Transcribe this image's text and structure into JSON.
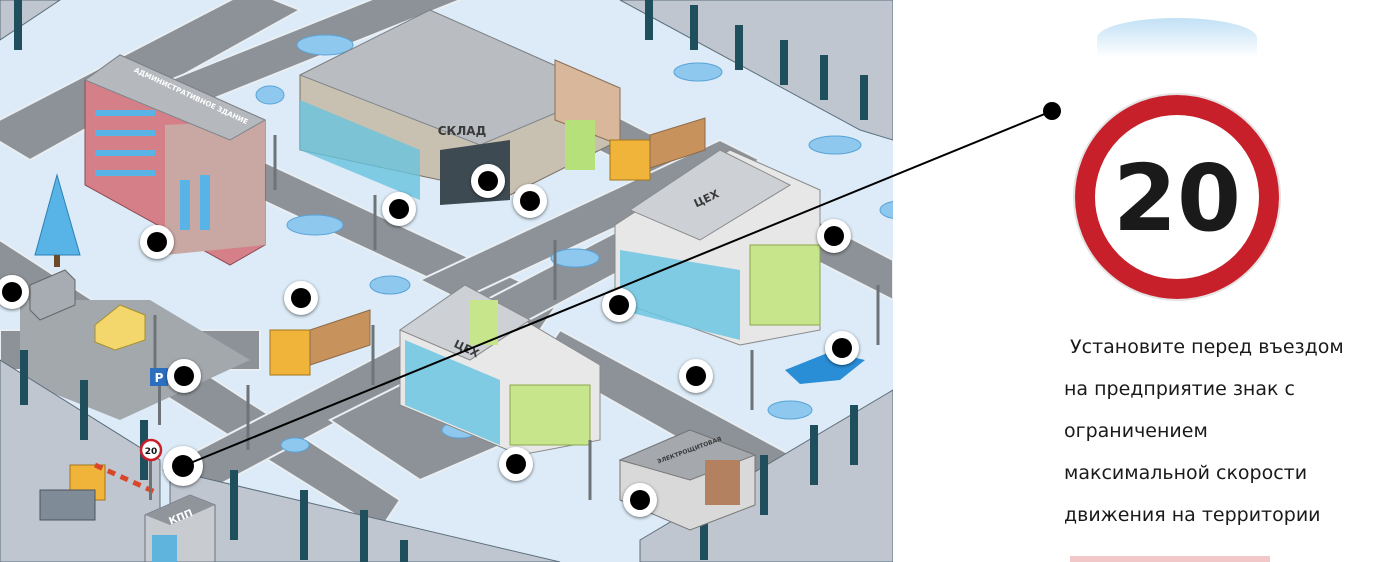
{
  "scene": {
    "buildings": {
      "admin": "АДМИНИСТРАТИВНОЕ ЗДАНИЕ",
      "warehouse": "СКЛАД",
      "workshop_top": "ЦЕХ",
      "workshop_bottom": "ЦЕХ",
      "electro": "ЭЛЕКТРОЩИТОВАЯ",
      "checkpoint": "КПП"
    },
    "parking_sign": "P",
    "small_speed_sign": "20",
    "hotspots": [
      {
        "id": "gate-checkpoint",
        "active": true
      },
      {
        "id": "parking-left"
      },
      {
        "id": "parking-sign"
      },
      {
        "id": "admin-entrance"
      },
      {
        "id": "warehouse-forklift"
      },
      {
        "id": "warehouse-door"
      },
      {
        "id": "warehouse-right"
      },
      {
        "id": "road-truck"
      },
      {
        "id": "workshop-top-corner"
      },
      {
        "id": "workshop-workers"
      },
      {
        "id": "road-crossing"
      },
      {
        "id": "puddle"
      },
      {
        "id": "workshop-bottom"
      },
      {
        "id": "electro-room"
      }
    ]
  },
  "panel": {
    "sign_value": "20",
    "instruction_lines": [
      " Установите перед въездом",
      "на предприятие знак с",
      "ограничением",
      "максимальной скорости",
      "движения на территории"
    ]
  },
  "colors": {
    "sign_ring": "#c8202a",
    "hotspot_dot": "#000000",
    "snow": "#dcebf7",
    "road": "#8c9298"
  }
}
